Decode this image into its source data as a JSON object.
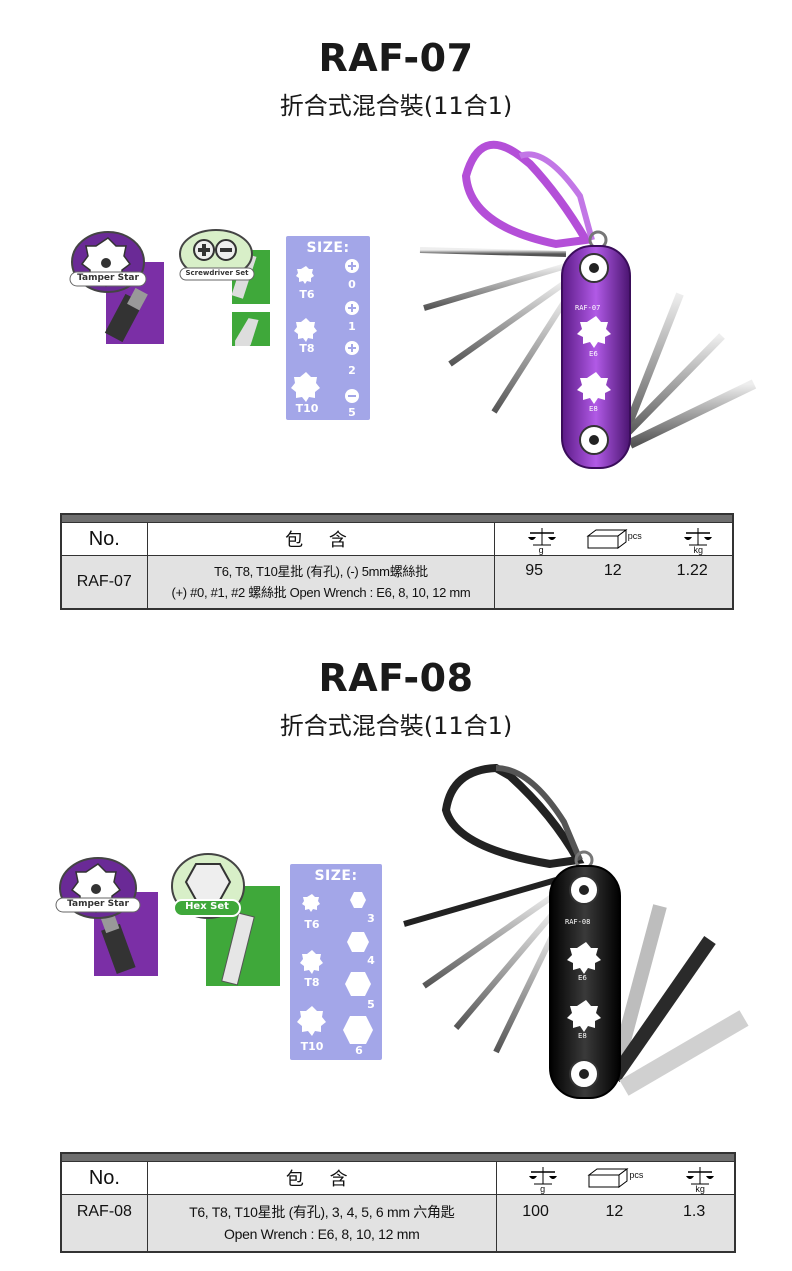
{
  "products": [
    {
      "title": "RAF-07",
      "subtitle": "折合式混合裝(11合1)",
      "badge1_label": "Tamper Star",
      "badge2_label": "Screwdriver Set",
      "size_title": "SIZE:",
      "size_left": [
        "T6",
        "T8",
        "T10"
      ],
      "size_right": [
        "0",
        "1",
        "2",
        "5"
      ],
      "tool_color": "#8b2bbf",
      "tool_labels": [
        "RAF-07",
        "E6",
        "E8"
      ],
      "table": {
        "header_no": "No.",
        "header_desc": "包 含",
        "unit_weight": "g",
        "unit_pcs": "pcs",
        "unit_kg": "kg",
        "no": "RAF-07",
        "desc_line1": "T6, T8, T10星批 (有孔), (-) 5mm螺絲批",
        "desc_line2": "(+) #0, #1, #2 螺絲批  Open Wrench : E6, 8, 10, 12 mm",
        "weight": "95",
        "pcs": "12",
        "kg": "1.22"
      }
    },
    {
      "title": "RAF-08",
      "subtitle": "折合式混合裝(11合1)",
      "badge1_label": "Tamper Star",
      "badge2_label": "Hex Set",
      "size_title": "SIZE:",
      "size_left": [
        "T6",
        "T8",
        "T10"
      ],
      "size_right": [
        "3",
        "4",
        "5",
        "6"
      ],
      "tool_color": "#141414",
      "tool_labels": [
        "RAF-08",
        "E6",
        "E8"
      ],
      "table": {
        "header_no": "No.",
        "header_desc": "包 含",
        "unit_weight": "g",
        "unit_pcs": "pcs",
        "unit_kg": "kg",
        "no": "RAF-08",
        "desc_line1": "T6, T8, T10星批 (有孔), 3, 4, 5, 6 mm 六角匙",
        "desc_line2": "Open Wrench : E6, 8, 10, 12 mm",
        "weight": "100",
        "pcs": "12",
        "kg": "1.3"
      }
    }
  ],
  "colors": {
    "purple_badge": "#7b2fa6",
    "green_badge": "#3fa83a",
    "size_panel": "#a3a6e8"
  }
}
